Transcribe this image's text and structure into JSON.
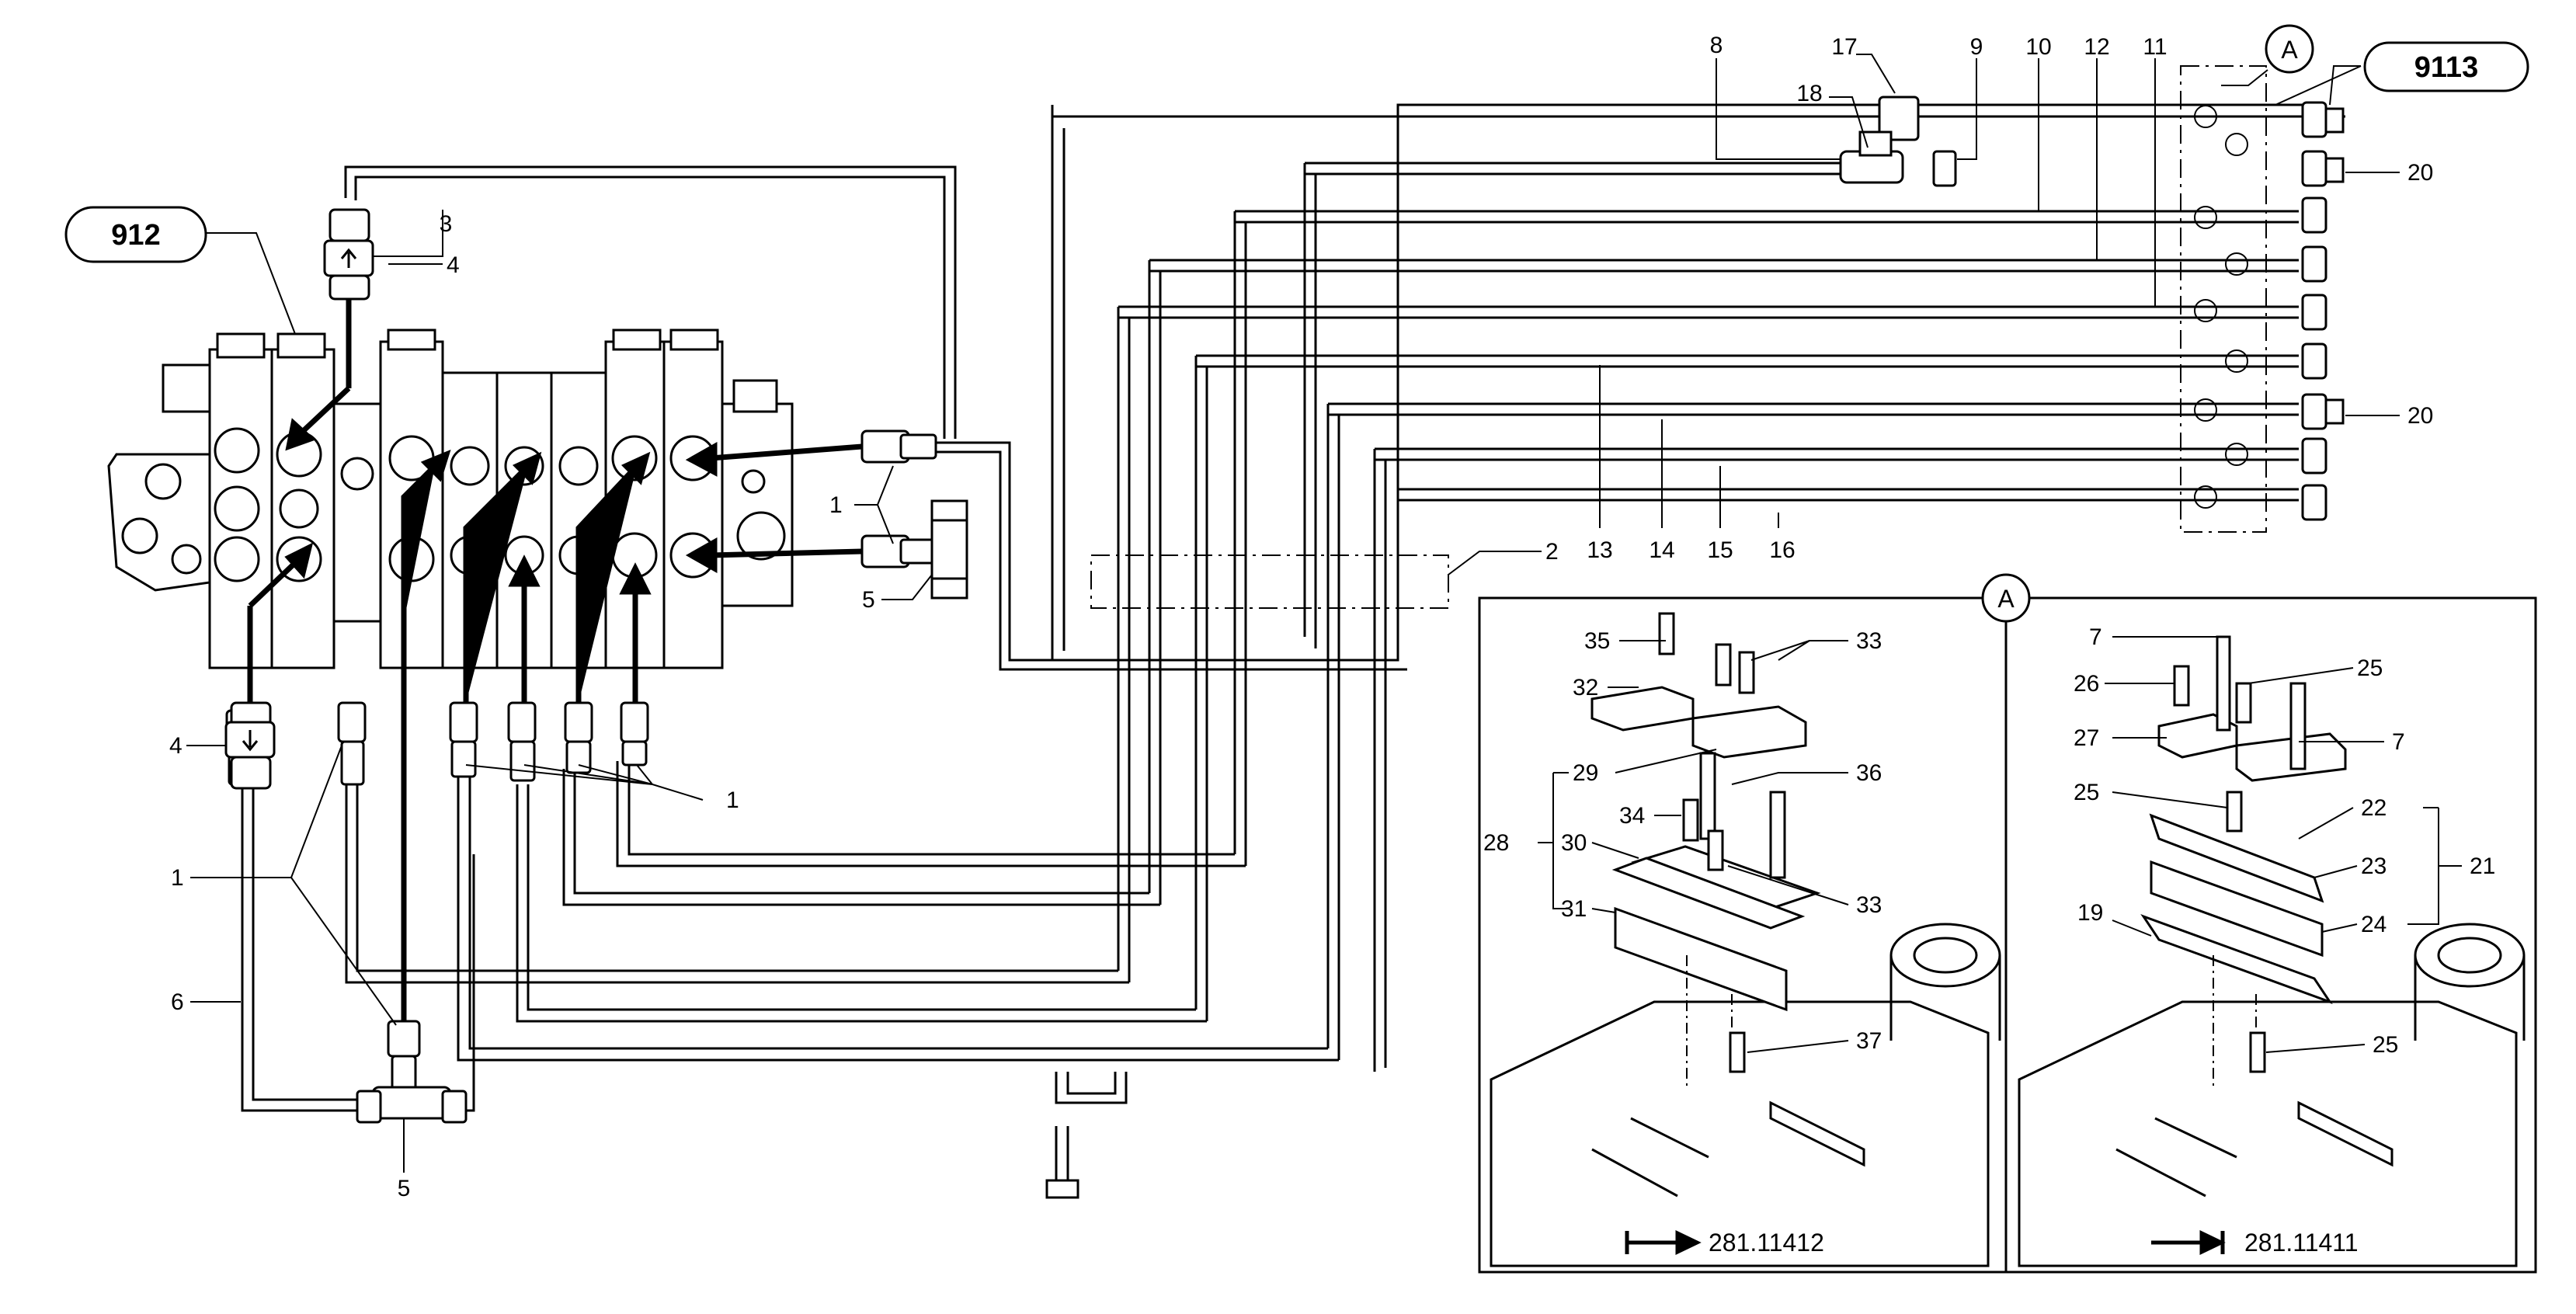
{
  "refs": {
    "left": "912",
    "right": "9113",
    "detail_marker": "A",
    "view_tag": "A"
  },
  "labels": {
    "n1": "1",
    "n2": "2",
    "n3": "3",
    "n4": "4",
    "n5": "5",
    "n6": "6",
    "n7": "7",
    "n8": "8",
    "n9": "9",
    "n10": "10",
    "n11": "11",
    "n12": "12",
    "n13": "13",
    "n14": "14",
    "n15": "15",
    "n16": "16",
    "n17": "17",
    "n18": "18",
    "n19": "19",
    "n20": "20",
    "n21": "21",
    "n22": "22",
    "n23": "23",
    "n24": "24",
    "n25": "25",
    "n26": "26",
    "n27": "27",
    "n28": "28",
    "n29": "29",
    "n30": "30",
    "n31": "31",
    "n32": "32",
    "n33": "33",
    "n34": "34",
    "n35": "35",
    "n36": "36",
    "n37": "37"
  },
  "captions": {
    "left_panel": "281.11412",
    "right_panel": "281.11411"
  },
  "icons": [
    "range-start-arrow-icon",
    "range-end-arrow-icon",
    "flow-arrow-icon"
  ],
  "colors": {
    "line": "#000000",
    "background": "#ffffff"
  }
}
